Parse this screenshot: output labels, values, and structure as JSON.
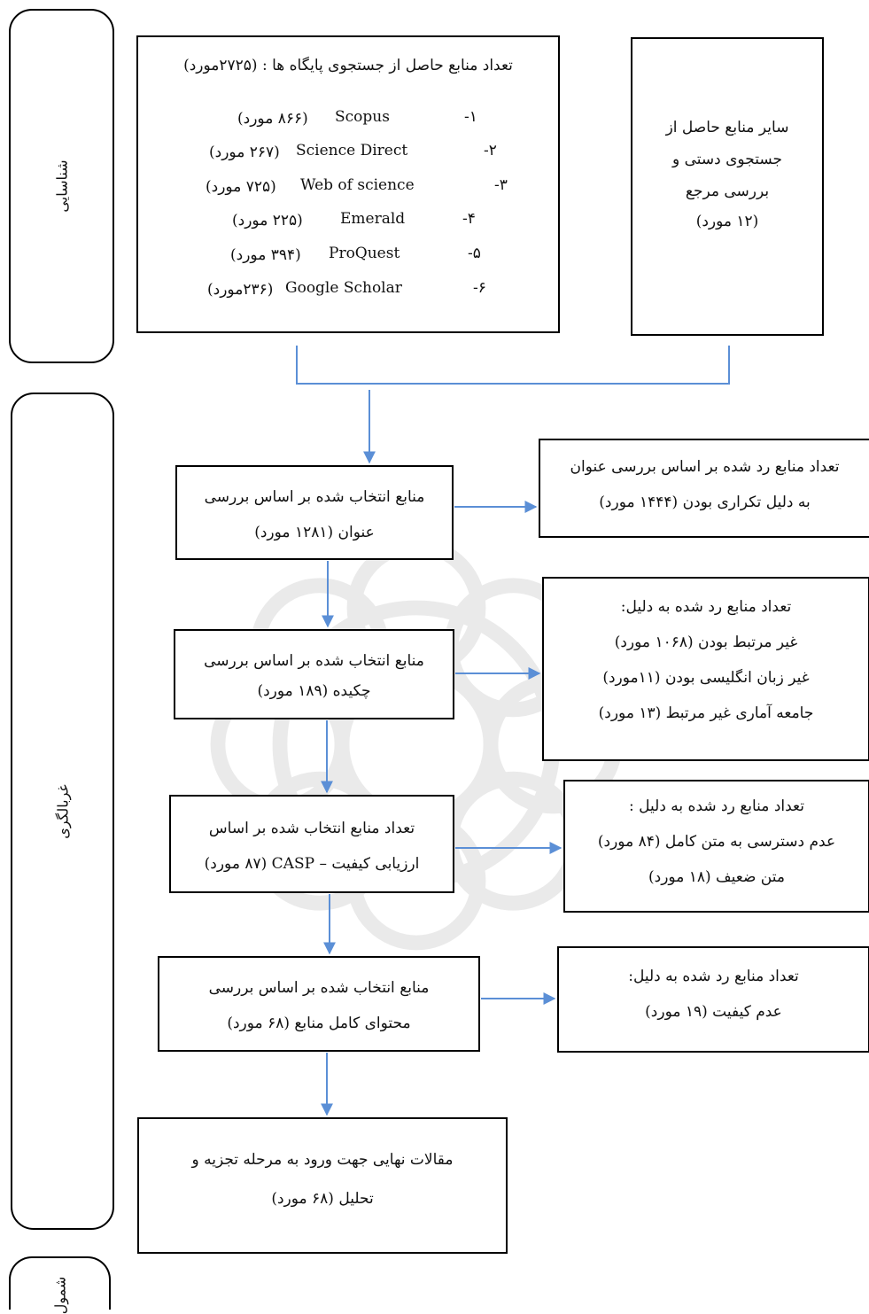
{
  "stages": {
    "identification": "شناسایی",
    "screening": "غربالگری",
    "inclusion": "شمول"
  },
  "database_box": {
    "title": "تعداد منابع حاصل از جستجوی پایگاه ها : (۲۷۲۵مورد)",
    "items": [
      {
        "num": "-۱",
        "name": "Scopus",
        "count": "(۸۶۶ مورد)"
      },
      {
        "num": "-۲",
        "name": "Science Direct",
        "count": "(۲۶۷ مورد)"
      },
      {
        "num": "-۳",
        "name": "Web of science",
        "count": "(۷۲۵ مورد)"
      },
      {
        "num": "-۴",
        "name": "Emerald",
        "count": "(۲۲۵ مورد)"
      },
      {
        "num": "-۵",
        "name": "ProQuest",
        "count": "(۳۹۴ مورد)"
      },
      {
        "num": "-۶",
        "name": "Google Scholar",
        "count": "(۲۳۶مورد)"
      }
    ]
  },
  "other_sources_box": {
    "lines": [
      "سایر منابع حاصل از",
      "جستجوی دستی و",
      "بررسی مرجع",
      "(۱۲ مورد)"
    ]
  },
  "screening_steps": [
    {
      "selected": [
        "منابع انتخاب شده بر اساس بررسی",
        "عنوان    (۱۲۸۱ مورد)"
      ],
      "excluded": [
        "تعداد منابع رد شده بر اساس بررسی عنوان",
        "به دلیل تکراری بودن (۱۴۴۴ مورد)"
      ]
    },
    {
      "selected": [
        "منابع انتخاب شده بر اساس بررسی",
        "چکیده (۱۸۹ مورد)"
      ],
      "excluded": [
        "تعداد منابع رد شده به دلیل:",
        "غیر مرتبط بودن (۱۰۶۸ مورد)",
        "غیر زبان انگلیسی بودن (۱۱مورد)",
        "جامعه آماری غیر مرتبط (۱۳ مورد)"
      ]
    },
    {
      "selected": [
        "تعداد منابع انتخاب شده بر اساس",
        "ارزیابی کیفیت – CASP   (۸۷ مورد)"
      ],
      "excluded": [
        "تعداد منابع رد شده به دلیل :",
        "عدم دسترسی به متن کامل (۸۴ مورد)",
        "متن ضعیف (۱۸ مورد)"
      ]
    },
    {
      "selected": [
        "منابع انتخاب شده بر اساس بررسی",
        "محتوای کامل منابع (۶۸ مورد)"
      ],
      "excluded": [
        "تعداد منابع رد شده به دلیل:",
        "عدم کیفیت (۱۹ مورد)"
      ]
    }
  ],
  "final_box": {
    "lines": [
      "مقالات نهایی جهت ورود به مرحله تجزیه و",
      "تحلیل (۶۸ مورد)"
    ]
  },
  "colors": {
    "arrow": "#5b8fd6",
    "border": "#000000"
  }
}
